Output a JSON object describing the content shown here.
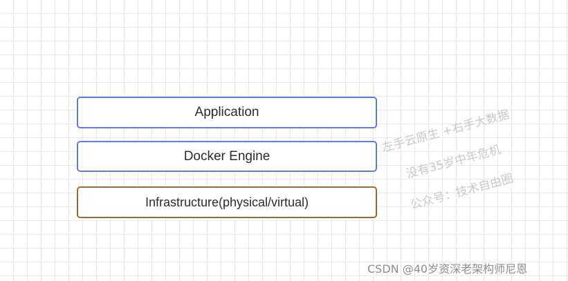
{
  "diagram": {
    "layers": [
      {
        "label": "Application",
        "border_color": "#5b7fd9"
      },
      {
        "label": "Docker Engine",
        "border_color": "#5b7fd9"
      },
      {
        "label": "Infrastructure(physical/virtual)",
        "border_color": "#9c6a34"
      }
    ]
  },
  "watermark": {
    "lines": [
      "左手云原生 +右手大数据",
      "没有35岁中年危机",
      "公众号：技术自由圈"
    ]
  },
  "credit": "CSDN @40岁资深老架构师尼恩"
}
